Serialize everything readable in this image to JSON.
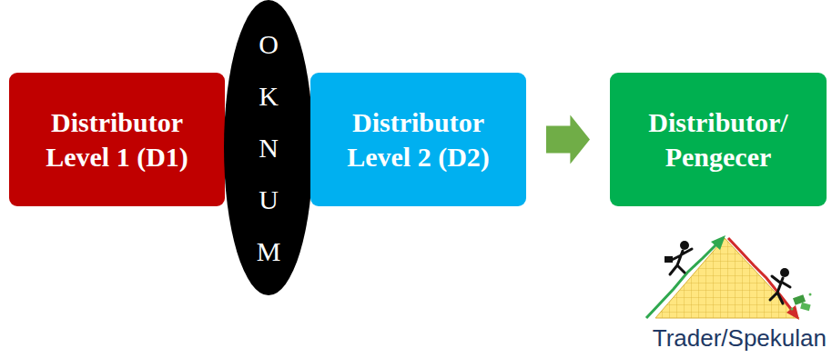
{
  "diagram": {
    "nodes": [
      {
        "text": [
          "Distributor Level 1 (D1)"
        ]
      },
      {
        "text": [
          "OKNUM"
        ]
      },
      {
        "text": [
          "Distributor Level 2 (D2)"
        ]
      },
      {
        "text": [
          "Distributor/ Pengecer"
        ]
      }
    ],
    "edges": [
      {
        "from": 2,
        "to": 3,
        "arrow": "to"
      }
    ],
    "labels": [
      "Trader/Spekulan"
    ]
  }
}
